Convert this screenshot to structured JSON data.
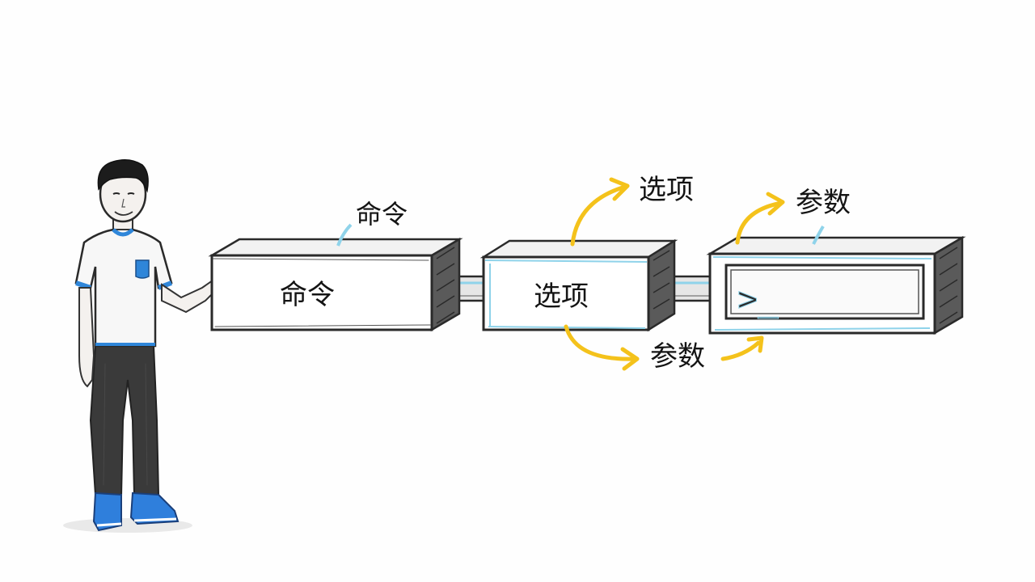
{
  "diagram": {
    "blocks": [
      {
        "id": "command",
        "label": "命令",
        "top_label": "命令"
      },
      {
        "id": "option",
        "label": "选项",
        "top_label": "选项",
        "bottom_label": "参数"
      },
      {
        "id": "terminal",
        "prompt": ">_",
        "top_label": "参数"
      }
    ]
  },
  "colors": {
    "accent_yellow": "#f4c21b",
    "accent_blue": "#8fd3ea",
    "shirt_trim_blue": "#2f86d9",
    "shoe_blue": "#2f7fdc",
    "ink": "#2a2a2a"
  }
}
